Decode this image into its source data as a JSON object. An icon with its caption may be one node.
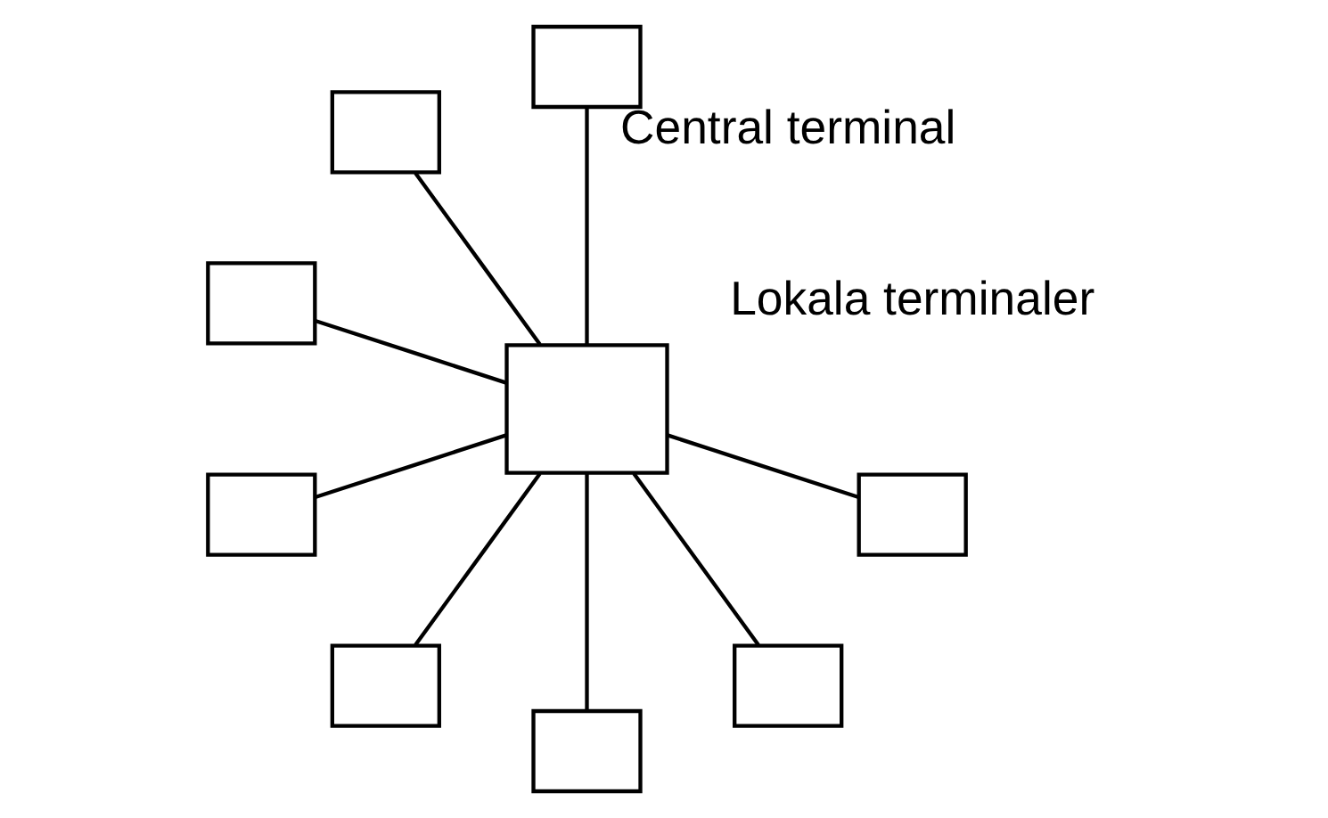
{
  "diagram": {
    "nodes": [
      {
        "text": [],
        "shape": "box"
      },
      {
        "text": [],
        "shape": "box"
      },
      {
        "text": [],
        "shape": "box"
      },
      {
        "text": [],
        "shape": "box"
      },
      {
        "text": [],
        "shape": "box"
      },
      {
        "text": [],
        "shape": "box"
      },
      {
        "text": [],
        "shape": "box"
      },
      {
        "text": [],
        "shape": "box"
      },
      {
        "text": [],
        "shape": "box"
      }
    ],
    "edges": [
      {
        "from": 1,
        "to": 0,
        "arrow": "none"
      },
      {
        "from": 2,
        "to": 0,
        "arrow": "none"
      },
      {
        "from": 3,
        "to": 0,
        "arrow": "none"
      },
      {
        "from": 4,
        "to": 0,
        "arrow": "none"
      },
      {
        "from": 5,
        "to": 0,
        "arrow": "none"
      },
      {
        "from": 6,
        "to": 0,
        "arrow": "none"
      },
      {
        "from": 7,
        "to": 0,
        "arrow": "none"
      },
      {
        "from": 8,
        "to": 0,
        "arrow": "none"
      }
    ],
    "labels": [
      "Lokala terminaler",
      "Central terminal"
    ]
  }
}
